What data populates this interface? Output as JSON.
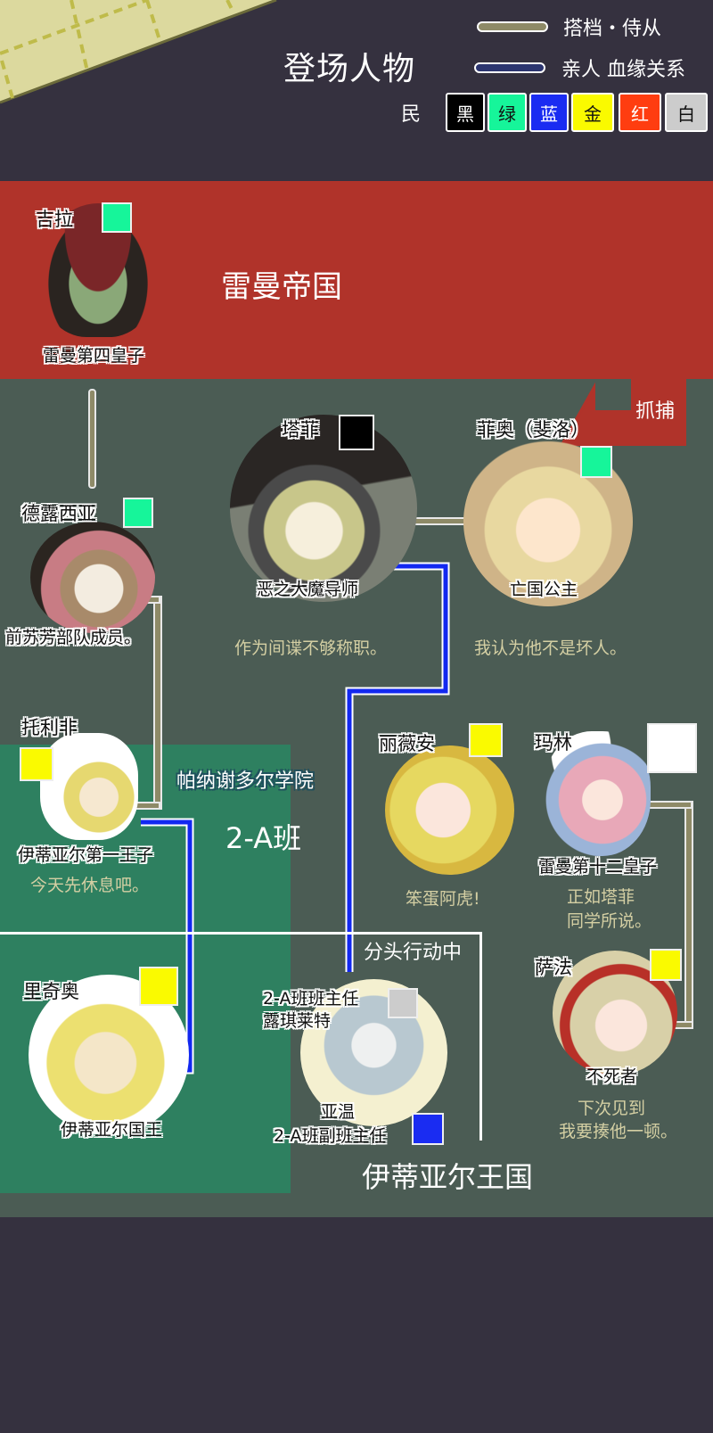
{
  "header": {
    "title": "登场人物",
    "legend": [
      {
        "label": "搭档・侍从",
        "color": "#8e8a67"
      },
      {
        "label": "亲人 血缘关系",
        "color": "#2c3570"
      }
    ],
    "min_label": "民",
    "swatches": [
      {
        "label": "黑",
        "color": "#000000",
        "text_color": "#ffffff"
      },
      {
        "label": "绿",
        "color": "#16f59a",
        "text_color": "#111111"
      },
      {
        "label": "蓝",
        "color": "#1a2cf2",
        "text_color": "#ffffff"
      },
      {
        "label": "金",
        "color": "#fafa00",
        "text_color": "#111111"
      },
      {
        "label": "红",
        "color": "#ff3d10",
        "text_color": "#ffffff"
      },
      {
        "label": "白",
        "color": "#cccccc",
        "text_color": "#111111"
      }
    ]
  },
  "sections": {
    "empire": {
      "title": "雷曼帝国",
      "color": "#b0332a"
    },
    "kingdom": {
      "title": "伊蒂亚尔王国",
      "color": "#4b5c54"
    },
    "academy": {
      "title": "帕纳谢多尔学院",
      "class": "2-A班",
      "color": "#2e8060"
    },
    "capture_label": "抓捕",
    "split_label": "分头行动中"
  },
  "characters": {
    "gila": {
      "name": "吉拉",
      "role": "雷曼第四皇子",
      "tag": "#16f59a"
    },
    "delucia": {
      "name": "德露西亚",
      "role": "前苏芳部队成员。",
      "tag": "#16f59a"
    },
    "tafei": {
      "name": "塔菲",
      "role": "恶之大魔导师",
      "quote": "作为间谍不够称职。",
      "tag": "#000000"
    },
    "feo": {
      "name": "菲奥（斐洛）",
      "role": "亡国公主",
      "quote": "我认为他不是坏人。",
      "tag": "#16f59a"
    },
    "tolifei": {
      "name": "托利非",
      "role": "伊蒂亚尔第一王子",
      "quote": "今天先休息吧。",
      "tag": "#fafa00"
    },
    "livian": {
      "name": "丽薇安",
      "quote": "笨蛋阿虎!",
      "tag": "#fafa00"
    },
    "marin": {
      "name": "玛林",
      "role": "雷曼第十二皇子",
      "quote_lines": [
        "正如塔菲",
        "同学所说。"
      ],
      "tag": "#ffffff"
    },
    "ricco": {
      "name": "里奇奥",
      "role": "伊蒂亚尔国王",
      "tag": "#fafa00"
    },
    "luqi": {
      "name_lines": [
        "2-A班班主任",
        "露琪莱特"
      ],
      "tag": "#cccccc"
    },
    "yawen": {
      "name": "亚温",
      "role": "2-A班副班主任",
      "tag": "#1a2cf2"
    },
    "safa": {
      "name": "萨法",
      "role": "不死者",
      "quote_lines": [
        "下次见到",
        "我要揍他一顿。"
      ],
      "tag": "#fafa00"
    }
  }
}
